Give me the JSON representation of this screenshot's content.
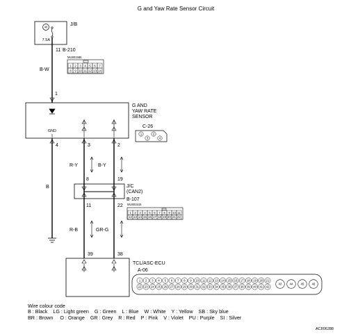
{
  "title": "G and Yaw Rate Sensor Circuit",
  "jb": {
    "name": "J/B",
    "fuse_no": "40",
    "fuse_rating": "7.5A"
  },
  "wires": {
    "jb_to_sensor": {
      "pin_top": "11",
      "connector": "B-210",
      "color": "B-W",
      "pin_bottom": "1"
    },
    "gnd": {
      "pin": "4",
      "color": "B"
    },
    "can_a": {
      "pin_top": "3",
      "color": "R-Y",
      "pin_bottom": "8"
    },
    "can_b": {
      "pin_top": "2",
      "color": "B-Y",
      "pin_bottom": "19"
    },
    "can_c": {
      "pin_top": "11",
      "color": "R-B",
      "pin_bottom": "39"
    },
    "can_d": {
      "pin_top": "22",
      "color": "GR-G",
      "pin_bottom": "38"
    }
  },
  "b210_connector": {
    "code": "MU801586",
    "row1": [
      "1",
      "2",
      "3",
      "4",
      "5",
      "6",
      "7"
    ],
    "row2": [
      "8",
      "9",
      "10",
      "11",
      "12",
      "13",
      "14"
    ]
  },
  "sensor": {
    "name_lines": [
      "G AND",
      "YAW RATE",
      "SENSOR"
    ],
    "gnd_label": "GND",
    "connector": "C-26",
    "pins": [
      "1",
      "2",
      "3",
      "4"
    ]
  },
  "jc": {
    "name_lines": [
      "J/C",
      "(CAN2)"
    ],
    "connector": "B-107",
    "code": "MU801515",
    "row1": [
      "1",
      "2",
      "3",
      "4",
      "5",
      "6",
      "7",
      "8",
      "9",
      "10",
      "11"
    ],
    "row2": [
      "12",
      "13",
      "14",
      "15",
      "16",
      "17",
      "18",
      "19",
      "20",
      "21",
      "22"
    ]
  },
  "ecu": {
    "name": "TCL/ASC-ECU",
    "connector": "A-06",
    "row1": [
      "1",
      "2",
      "3",
      "4",
      "5",
      "6",
      "7",
      "8",
      "9",
      "10",
      "11",
      "12",
      "13",
      "14",
      "15",
      "16",
      "17",
      "18",
      "19",
      "20",
      "21"
    ],
    "row2": [
      "22",
      "23",
      "24",
      "25",
      "26",
      "27",
      "28",
      "29",
      "30",
      "31",
      "32",
      "33",
      "34",
      "35",
      "36",
      "37",
      "38",
      "39",
      "40",
      "41",
      "42"
    ],
    "big": [
      "43",
      "44",
      "45",
      "46"
    ]
  },
  "legend": {
    "title": "Wire colour code",
    "line1": "B : Black    LG : Light green    G : Green    L : Blue    W : White    Y : Yellow    SB : Sky blue",
    "line2": "BR : Brown     O : Orange    GR : Grey    R : Red    P : Pink    V : Violet    PU : Purple    SI : Silver"
  },
  "doc_code": "AC806288"
}
